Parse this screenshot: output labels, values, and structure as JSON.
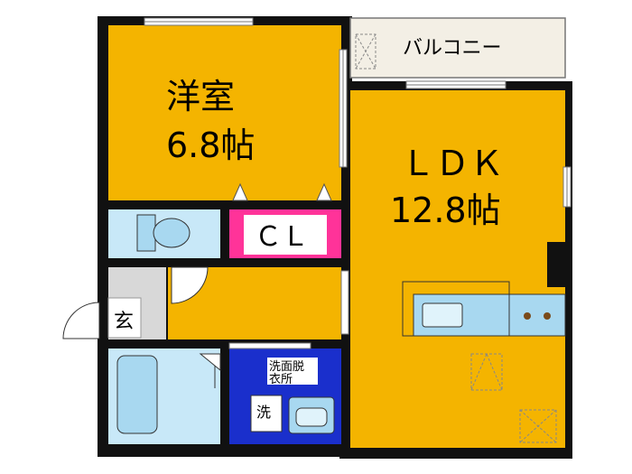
{
  "colors": {
    "wall": "#111111",
    "room": "#F4B400",
    "closet": "#FF3399",
    "water": "#C8E8F8",
    "washroom": "#1A2FCC",
    "balcony": "#F3EFE5",
    "floor_gray": "#D8D8D8",
    "counter": "#A8D8F0"
  },
  "rooms": {
    "western": {
      "label_line1": "洋室",
      "label_line2": "6.8帖"
    },
    "ldk": {
      "label_line1": "ＬＤＫ",
      "label_line2": "12.8帖"
    },
    "closet": {
      "label": "ＣＬ"
    },
    "balcony": {
      "label": "バルコニー"
    },
    "entrance": {
      "label": "玄"
    },
    "washroom": {
      "label_line1": "洗面脱",
      "label_line2": "衣所"
    },
    "washer": {
      "label": "洗"
    }
  }
}
